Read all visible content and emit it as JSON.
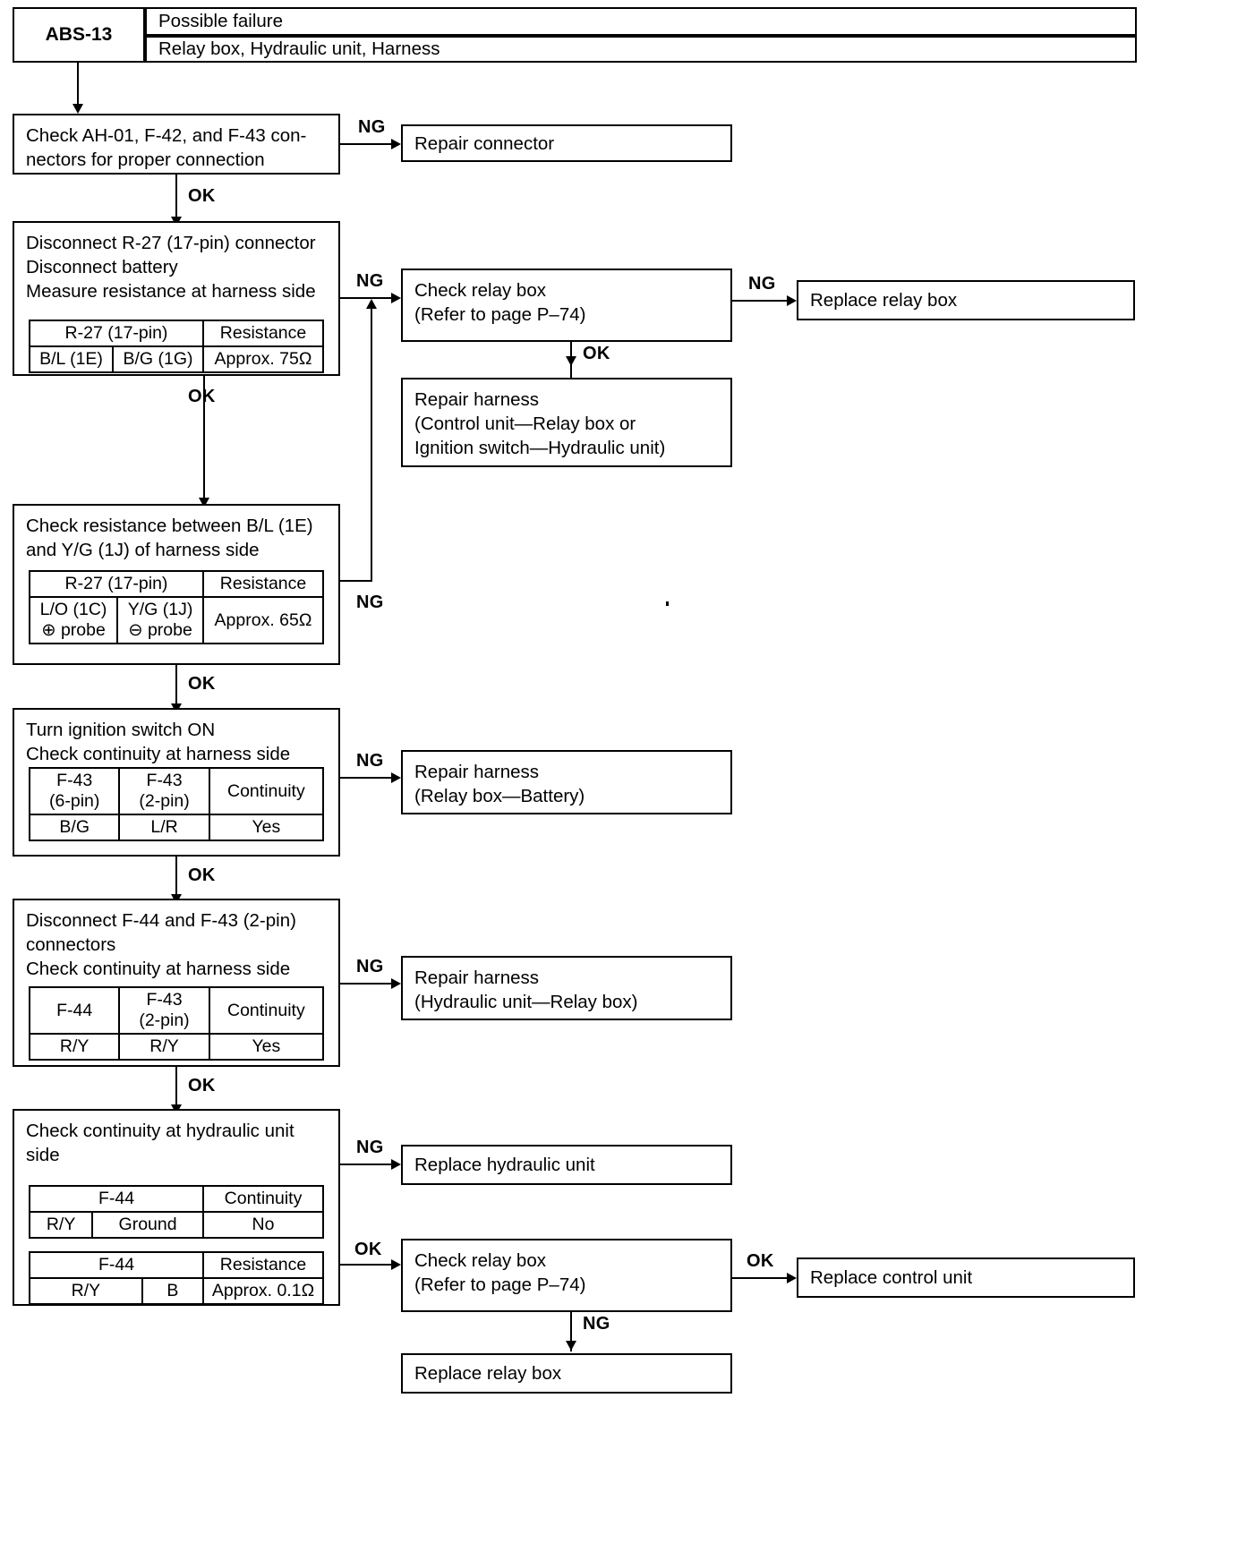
{
  "header": {
    "code": "ABS-13",
    "row1": "Possible failure",
    "row2": "Relay box, Hydraulic unit, Harness"
  },
  "labels": {
    "ng": "NG",
    "ok": "OK"
  },
  "steps": {
    "s1": {
      "text": "Check AH-01, F-42, and F-43 con-\nnectors for proper connection"
    },
    "s2": {
      "text": "Disconnect R-27 (17-pin) connector\nDisconnect battery\nMeasure resistance at harness side"
    },
    "s3": {
      "text": "Check resistance between B/L (1E)\nand Y/G (1J) of harness side"
    },
    "s4": {
      "text": "Turn ignition switch ON\nCheck continuity at harness side"
    },
    "s5": {
      "text": "Disconnect F-44  and  F-43 (2-pin)\nconnectors\nCheck continuity at harness side"
    },
    "s6": {
      "text": "Check continuity at hydraulic unit\nside"
    }
  },
  "results": {
    "repair_connector": "Repair connector",
    "check_relay_box_1": "Check relay box\n(Refer to page P–74)",
    "replace_relay_box_1": "Replace relay box",
    "repair_harness_1": "Repair harness\n(Control unit—Relay box or\nIgnition switch—Hydraulic unit)",
    "repair_harness_2": "Repair harness\n(Relay box—Battery)",
    "repair_harness_3": "Repair harness\n(Hydraulic unit—Relay box)",
    "replace_hydraulic_unit": "Replace hydraulic unit",
    "check_relay_box_2": "Check relay box\n(Refer to page P–74)",
    "replace_control_unit": "Replace control unit",
    "replace_relay_box_2": "Replace relay box"
  },
  "tables": {
    "t2": {
      "head_span": "R-27 (17-pin)",
      "head_last": "Resistance",
      "cells": [
        "B/L (1E)",
        "B/G (1G)",
        "Approx. 75Ω"
      ]
    },
    "t3": {
      "head_span": "R-27 (17-pin)",
      "head_last": "Resistance",
      "cells": [
        "L/O (1C)\n⊕ probe",
        "Y/G (1J)\n⊖  probe",
        "Approx. 65Ω"
      ]
    },
    "t4": {
      "head": [
        "F-43\n(6-pin)",
        "F-43\n(2-pin)",
        "Continuity"
      ],
      "cells": [
        "B/G",
        "L/R",
        "Yes"
      ]
    },
    "t5": {
      "head": [
        "F-44",
        "F-43\n(2-pin)",
        "Continuity"
      ],
      "cells": [
        "R/Y",
        "R/Y",
        "Yes"
      ]
    },
    "t6a": {
      "head_span": "F-44",
      "head_last": "Continuity",
      "cells": [
        "R/Y",
        "Ground",
        "No"
      ]
    },
    "t6b": {
      "head_span": "F-44",
      "head_last": "Resistance",
      "cells": [
        "R/Y",
        "B",
        "Approx. 0.1Ω"
      ]
    }
  }
}
